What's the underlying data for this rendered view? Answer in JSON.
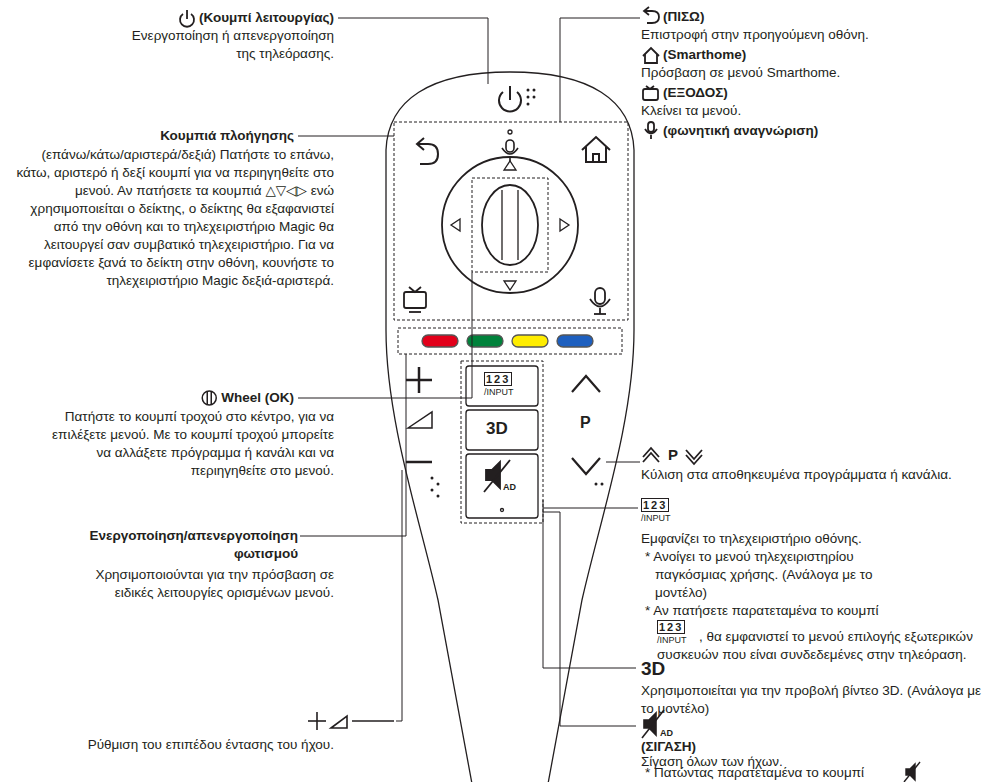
{
  "diagram": {
    "labels": [
      "(Κουμπί λειτουργίας)",
      "Ενεργοποίηση ή απενεργοποίηση της τηλεόρασης.",
      "Κουμπιά πλοήγησης",
      "(επάνω/κάτω/αριστερά/δεξιά) Πατήστε το επάνω, κάτω, αριστερό ή δεξί κουμπί για να περιηγηθείτε στο μενού. Αν πατήσετε τα κουμπιά △▽◁▷ ενώ χρησιμοποιείται ο δείκτης, ο δείκτης θα εξαφανιστεί από την οθόνη και το τηλεχειριστήριο Magic θα λειτουργεί σαν συμβατικό τηλεχειριστήριο. Για να εμφανίσετε ξανά το δείκτη στην οθόνη, κουνήστε το τηλεχειριστήριο Magic δεξιά-αριστερά.",
      "Wheel (OK)",
      "Πατήστε το κουμπί τροχού στο κέντρο, για να επιλέξετε μενού. Με το κουμπί τροχού μπορείτε να αλλάξετε πρόγραμμα ή κανάλι και να περιηγηθείτε στο μενού.",
      "Ενεργοποίηση/απενεργοποίηση φωτισμού",
      "Χρησιμοποιούνται για την πρόσβαση σε ειδικές λειτουργίες ορισμένων μενού.",
      "Ρύθμιση του επιπέδου έντασης του ήχου.",
      "(ΠΙΣΩ)",
      "Επιστροφή στην προηγούμενη οθόνη.",
      "(Smarthome)",
      "Πρόσβαση σε μενού Smarthome.",
      "(ΕΞΟΔΟΣ)",
      "Κλείνει τα μενού.",
      "(φωνητική αναγνώριση)",
      "P",
      "Κύλιση στα αποθηκευμένα προγράμματα ή κανάλια.",
      "123",
      "/INPUT",
      "Εμφανίζει το τηλεχειριστήριο οθόνης.",
      "* Ανοίγει το μενού τηλεχειριστηρίου παγκόσμιας χρήσης. (Ανάλογα με το μοντέλο)",
      "* Αν πατήσετε παρατεταμένα το κουμπί",
      "123",
      "/INPUT",
      ", θα εμφανιστεί το μενού επιλογής εξωτερικών συσκευών που είναι συνδεδεμένες στην τηλεόραση.",
      "3D",
      "Χρησιμοποιείται για την προβολή βίντεο 3D. (Ανάλογα με το μοντέλο)",
      "AD",
      "(ΣΙΓΑΣΗ)",
      "Σίγαση όλων των ήχων.",
      "* Πατώντας παρατεταμένα το κουμπί",
      "123",
      "/INPUT",
      "3D",
      "AD",
      "P"
    ]
  }
}
